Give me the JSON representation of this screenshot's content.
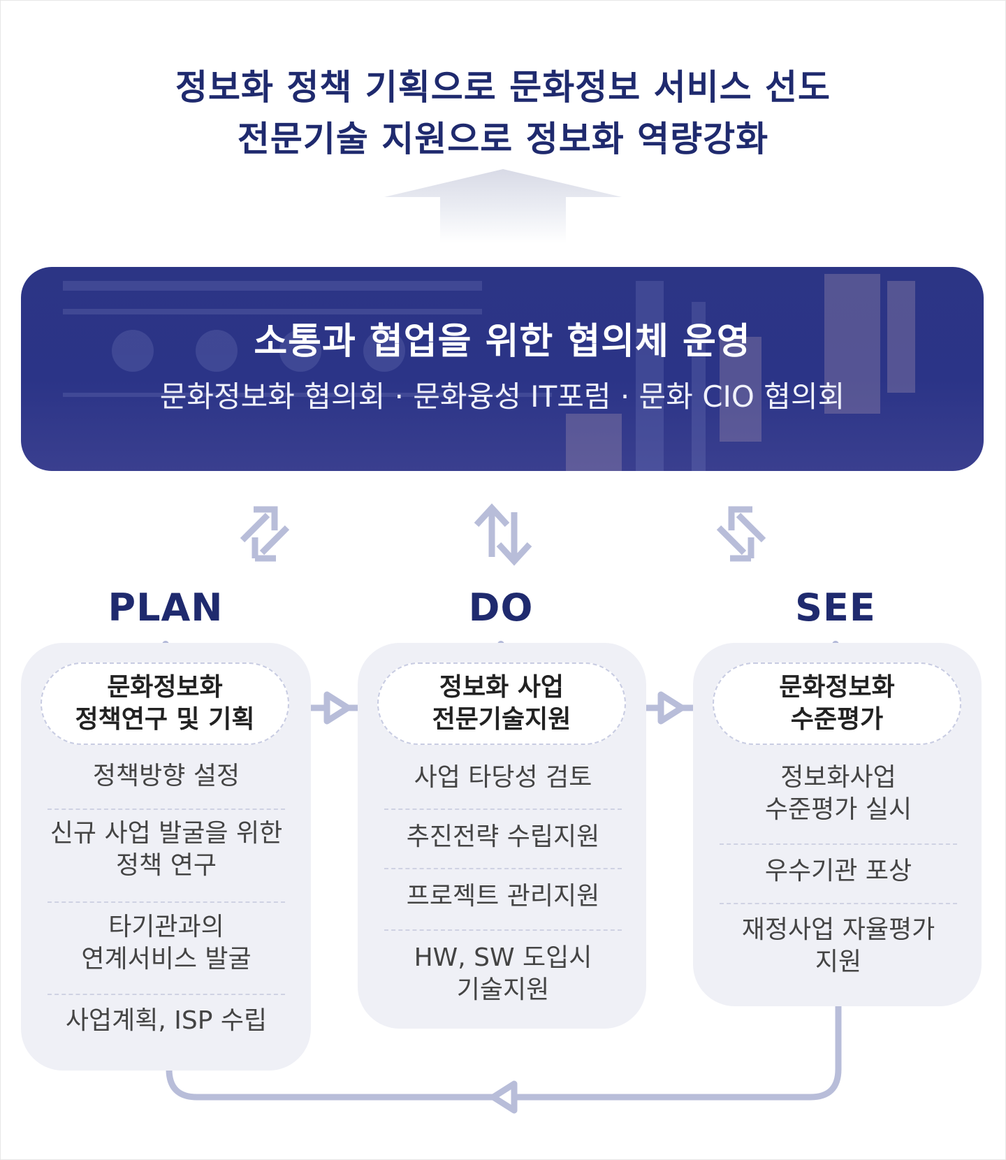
{
  "headline": {
    "line1": "정보화 정책 기획으로 문화정보 서비스 선도",
    "line2": "전문기술 지원으로 정보화 역량강화"
  },
  "banner": {
    "title": "소통과 협업을 위한 협의체 운영",
    "subtitle": "문화정보화 협의회 · 문화융성 IT포럼 · 문화 CIO 협의회"
  },
  "stages": [
    {
      "label": "PLAN",
      "head": [
        "문화정보화",
        "정책연구 및 기획"
      ],
      "items": [
        "정책방향 설정",
        "신규 사업 발굴을 위한\n정책 연구",
        "타기관과의\n연계서비스 발굴",
        "사업계획, ISP 수립"
      ]
    },
    {
      "label": "DO",
      "head": [
        "정보화 사업",
        "전문기술지원"
      ],
      "items": [
        "사업 타당성 검토",
        "추진전략 수립지원",
        "프로젝트 관리지원",
        "HW, SW 도입시\n기술지원"
      ]
    },
    {
      "label": "SEE",
      "head": [
        "문화정보화",
        "수준평가"
      ],
      "items": [
        "정보화사업\n수준평가 실시",
        "우수기관 포상",
        "재정사업 자율평가\n지원"
      ]
    }
  ],
  "icons": {
    "up_arrow": "up-arrow-icon",
    "swap_arrows": [
      "diagonal-swap-icon",
      "vertical-swap-icon",
      "diagonal-swap-icon"
    ],
    "flow_arrows": "triangle-arrow-icon"
  },
  "colors": {
    "navy": "#1f2a6e",
    "banner": "#2b3487",
    "card": "#eff0f6",
    "arrow": "#b8bdd9"
  }
}
